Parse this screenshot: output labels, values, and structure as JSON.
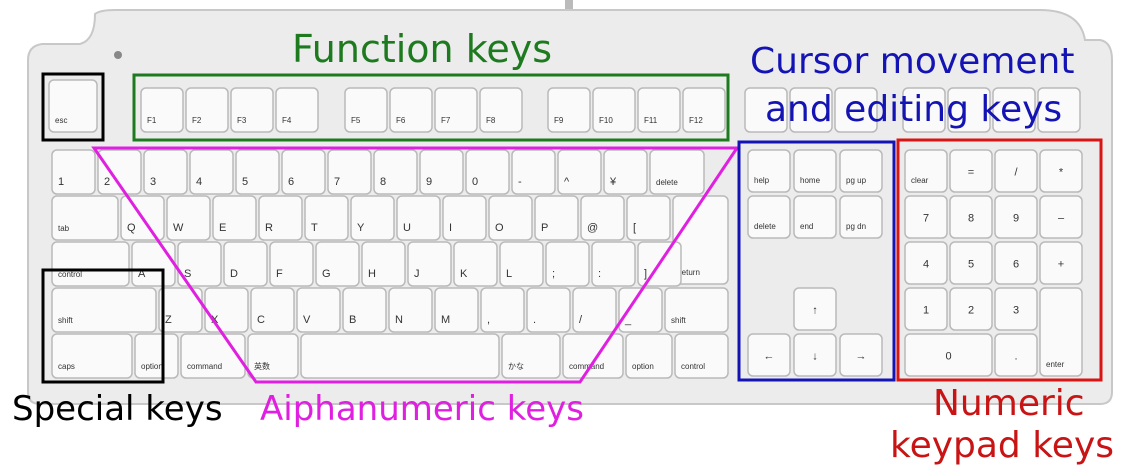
{
  "labels": {
    "function": "Function keys",
    "cursor_line1": "Cursor movement",
    "cursor_line2": "and editing keys",
    "special": "Special keys",
    "alpha": "Aiphanumeric keys",
    "numeric_line1": "Numeric",
    "numeric_line2": "keypad keys"
  },
  "colors": {
    "function": "#1e7a1e",
    "cursor": "#1414b4",
    "special": "#000000",
    "alpha": "#e020e0",
    "numeric": "#c81414",
    "keyboard_body": "#e9e9e9",
    "key_face": "#fafafa"
  },
  "keys": {
    "esc": "esc",
    "function_row": [
      "F1",
      "F2",
      "F3",
      "F4",
      "F5",
      "F6",
      "F7",
      "F8",
      "F9",
      "F10",
      "F11",
      "F12"
    ],
    "number_row": [
      "1",
      "2",
      "3",
      "4",
      "5",
      "6",
      "7",
      "8",
      "9",
      "0",
      "-",
      "^",
      "¥",
      "delete"
    ],
    "top_row": [
      "tab",
      "Q",
      "W",
      "E",
      "R",
      "T",
      "Y",
      "U",
      "I",
      "O",
      "P",
      "@",
      "[",
      "return"
    ],
    "home_row": [
      "control",
      "A",
      "S",
      "D",
      "F",
      "G",
      "H",
      "J",
      "K",
      "L",
      ";",
      ":",
      "]"
    ],
    "shift_row": [
      "shift",
      "Z",
      "X",
      "C",
      "V",
      "B",
      "N",
      "M",
      ",",
      ".",
      "/",
      "_",
      "shift"
    ],
    "bottom_row": [
      "caps",
      "option",
      "command",
      "英数",
      "",
      "かな",
      "command",
      "option",
      "control"
    ],
    "editing_block": [
      "help",
      "home",
      "pg up",
      "delete",
      "end",
      "pg dn"
    ],
    "arrows": [
      "↑",
      "←",
      "↓",
      "→"
    ],
    "numpad": [
      "clear",
      "=",
      "/",
      "*",
      "7",
      "8",
      "9",
      "–",
      "4",
      "5",
      "6",
      "+",
      "1",
      "2",
      "3",
      "enter",
      "0",
      "."
    ]
  }
}
